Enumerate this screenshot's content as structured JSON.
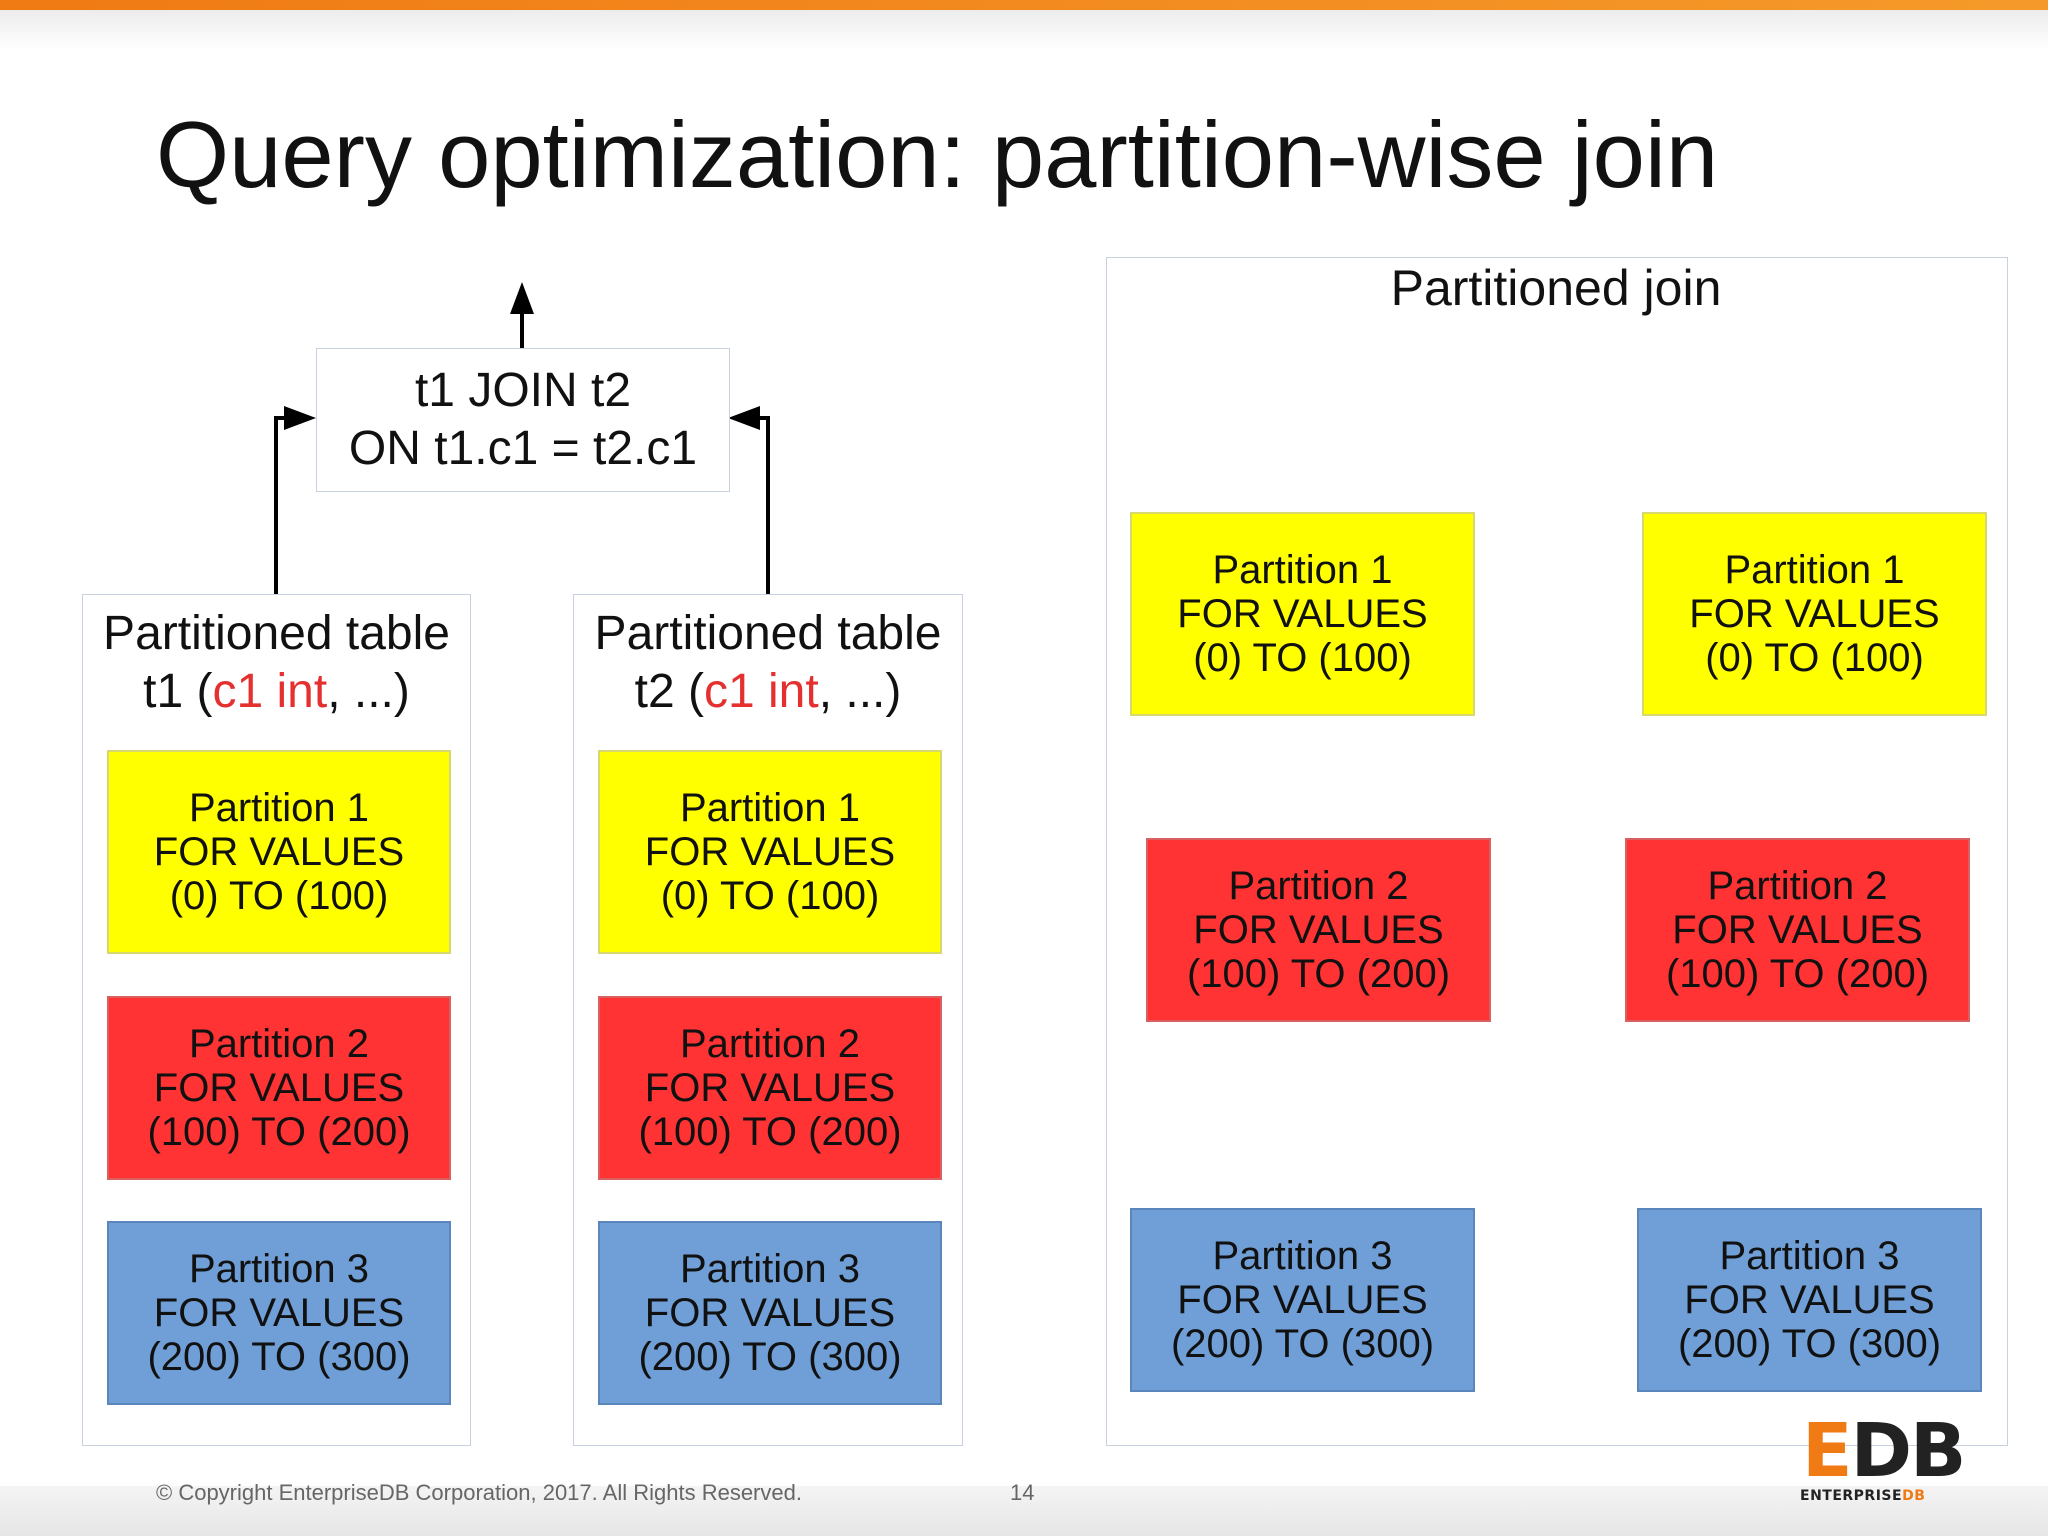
{
  "slide": {
    "title": "Query optimization: partition-wise join",
    "footer": "© Copyright EnterpriseDB Corporation, 2017.  All Rights Reserved.",
    "page_number": "14",
    "logo": {
      "mark_e": "E",
      "mark_rest": "DB",
      "word_main": "ENTERPRISE",
      "word_db": "DB"
    }
  },
  "join_box": {
    "line1": "t1 JOIN t2",
    "line2": "ON t1.c1 = t2.c1"
  },
  "tables": [
    {
      "head_line1": "Partitioned table",
      "name_prefix": "t1 (",
      "col": "c1 int",
      "name_suffix": ", ...)",
      "partitions": [
        {
          "name": "Partition 1",
          "for": "FOR VALUES",
          "range": "(0) TO (100)"
        },
        {
          "name": "Partition 2",
          "for": "FOR VALUES",
          "range": "(100) TO (200)"
        },
        {
          "name": "Partition 3",
          "for": "FOR VALUES",
          "range": "(200) TO (300)"
        }
      ]
    },
    {
      "head_line1": "Partitioned table",
      "name_prefix": "t2 (",
      "col": "c1 int",
      "name_suffix": ", ...)",
      "partitions": [
        {
          "name": "Partition 1",
          "for": "FOR VALUES",
          "range": "(0) TO (100)"
        },
        {
          "name": "Partition 2",
          "for": "FOR VALUES",
          "range": "(100) TO (200)"
        },
        {
          "name": "Partition 3",
          "for": "FOR VALUES",
          "range": "(200) TO (300)"
        }
      ]
    }
  ],
  "partitioned_join": {
    "head": "Partitioned join",
    "rows": [
      {
        "left": {
          "name": "Partition 1",
          "for": "FOR VALUES",
          "range": "(0) TO (100)"
        },
        "right": {
          "name": "Partition 1",
          "for": "FOR VALUES",
          "range": "(0) TO (100)"
        }
      },
      {
        "left": {
          "name": "Partition 2",
          "for": "FOR VALUES",
          "range": "(100) TO (200)"
        },
        "right": {
          "name": "Partition 2",
          "for": "FOR VALUES",
          "range": "(100) TO (200)"
        }
      },
      {
        "left": {
          "name": "Partition 3",
          "for": "FOR VALUES",
          "range": "(200) TO (300)"
        },
        "right": {
          "name": "Partition 3",
          "for": "FOR VALUES",
          "range": "(200) TO (300)"
        }
      }
    ]
  },
  "colors": {
    "yellow": "#ffff00",
    "red": "#ff3333",
    "blue": "#6f9fd6",
    "accent": "#f07a14",
    "highlight_text": "#e53030"
  }
}
